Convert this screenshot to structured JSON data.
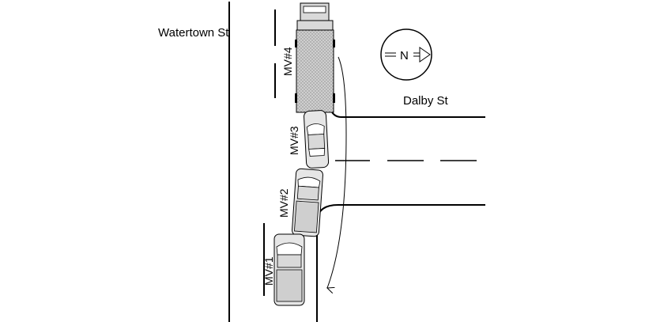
{
  "streets": {
    "main": "Watertown St",
    "side": "Dalby St"
  },
  "compass": {
    "label": "N",
    "icon": "north-arrow-icon"
  },
  "vehicles": [
    {
      "id": "mv1",
      "label": "MV#1",
      "kind": "pickup-truck"
    },
    {
      "id": "mv2",
      "label": "MV#2",
      "kind": "pickup-truck"
    },
    {
      "id": "mv3",
      "label": "MV#3",
      "kind": "sedan"
    },
    {
      "id": "mv4",
      "label": "MV#4",
      "kind": "box-truck"
    }
  ],
  "colors": {
    "line": "#000000",
    "vehicle_fill": "#d9d9d9",
    "truck_cargo": "#c8c8c8",
    "background": "#ffffff"
  }
}
